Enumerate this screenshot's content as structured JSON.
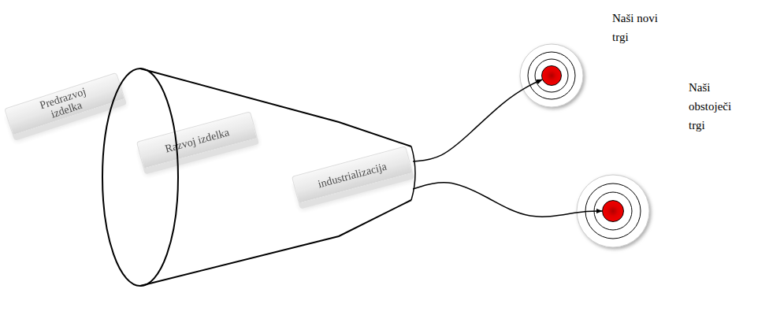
{
  "diagram": {
    "nodes": [
      {
        "text": [
          "Predrazvoj izdelka"
        ]
      },
      {
        "text": [
          "Razvoj izdelka"
        ]
      },
      {
        "text": [
          "industrializacija"
        ]
      },
      {
        "text": [
          "Naši novi trgi"
        ]
      },
      {
        "text": [
          "Naši obstoječi trgi"
        ]
      }
    ],
    "edges": [
      {
        "from": 2,
        "to": 3,
        "arrow": "to"
      },
      {
        "from": 2,
        "to": 4,
        "arrow": "to"
      }
    ]
  }
}
